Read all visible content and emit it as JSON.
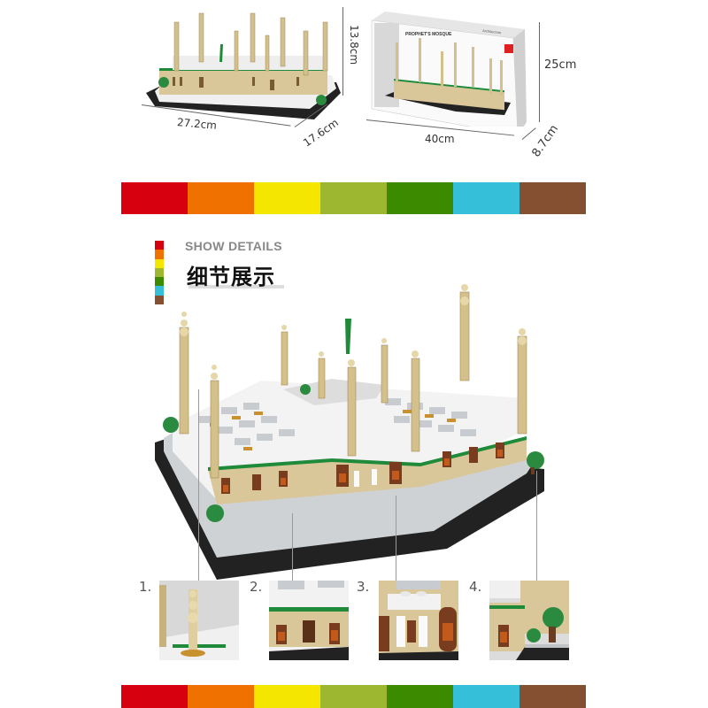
{
  "dimensions": {
    "model": {
      "width": "27.2cm",
      "depth": "17.6cm",
      "height": "13.8cm"
    },
    "box": {
      "width": "40cm",
      "depth": "8.7cm",
      "height": "25cm",
      "title": "PROPHET'S MOSQUE",
      "series": "Architecture"
    }
  },
  "color_palette": [
    "#d7000f",
    "#f07000",
    "#f5e600",
    "#9db830",
    "#3c8a00",
    "#35bfd8",
    "#855031"
  ],
  "section": {
    "title_en": "SHOW DETAILS",
    "title_cn": "细节展示"
  },
  "details": [
    {
      "number": "1.",
      "subject": "minaret"
    },
    {
      "number": "2.",
      "subject": "arched-windows-facade"
    },
    {
      "number": "3.",
      "subject": "main-entrance-columns"
    },
    {
      "number": "4.",
      "subject": "corner-tree"
    }
  ],
  "colors": {
    "sand": "#d9c79a",
    "sand_dark": "#b8a26c",
    "roof_white": "#f2f2f2",
    "roof_gray": "#bfc3c6",
    "green_trim": "#1f8a3a",
    "base_black": "#222222",
    "door_brown": "#7a3c1e",
    "door_orange": "#c25a1c",
    "tree_green": "#2a8a3f"
  }
}
